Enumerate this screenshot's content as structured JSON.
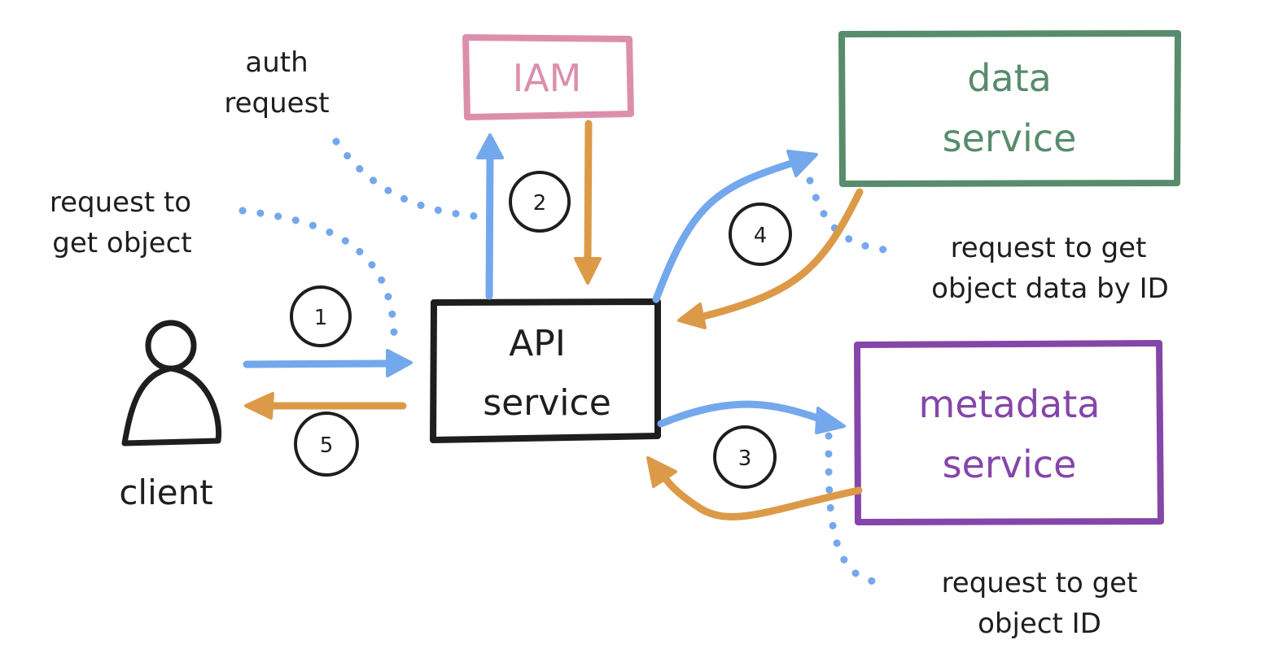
{
  "colors": {
    "request_arrow": "#74a8ec",
    "response_arrow": "#dc9a48",
    "ink": "#1e1e1e",
    "iam": "#dc8fab",
    "data_service": "#578c6c",
    "metadata_service": "#8446a9",
    "api_service": "#1e1e1e"
  },
  "nodes": {
    "client": {
      "label": "client",
      "icon": "person-icon"
    },
    "api_service": {
      "line1": "API",
      "line2": "service"
    },
    "iam": {
      "label": "IAM"
    },
    "data_service": {
      "line1": "data",
      "line2": "service"
    },
    "metadata_service": {
      "line1": "metadata",
      "line2": "service"
    }
  },
  "annotations": {
    "get_object": {
      "line1": "request to",
      "line2": "get object"
    },
    "auth_request": {
      "line1": "auth",
      "line2": "request"
    },
    "get_object_data": {
      "line1": "request to get",
      "line2": "object data by ID"
    },
    "get_object_id": {
      "line1": "request to get",
      "line2": "object ID"
    }
  },
  "steps": [
    {
      "number": "1",
      "from": "client",
      "to": "api_service",
      "kind": "request"
    },
    {
      "number": "2",
      "from": "api_service",
      "to": "iam",
      "kind": "request/response"
    },
    {
      "number": "3",
      "from": "api_service",
      "to": "metadata_service",
      "kind": "request/response"
    },
    {
      "number": "4",
      "from": "api_service",
      "to": "data_service",
      "kind": "request/response"
    },
    {
      "number": "5",
      "from": "api_service",
      "to": "client",
      "kind": "response"
    }
  ]
}
